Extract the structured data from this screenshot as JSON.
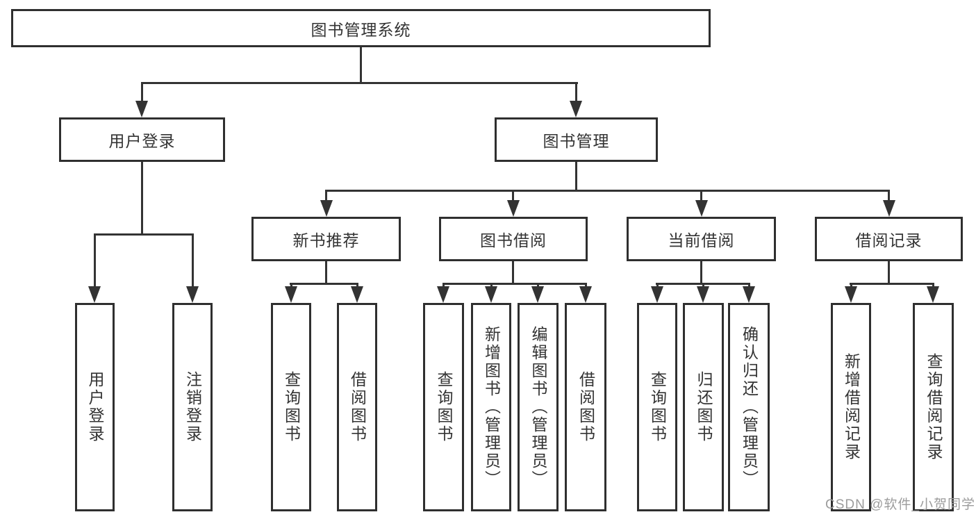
{
  "diagram": {
    "title": "图书管理系统",
    "user_login": {
      "label": "用户登录",
      "children": [
        {
          "label": "用户登录"
        },
        {
          "label": "注销登录"
        }
      ]
    },
    "book_mgmt": {
      "label": "图书管理",
      "children": [
        {
          "label": "新书推荐",
          "children": [
            {
              "label": "查询图书"
            },
            {
              "label": "借阅图书"
            }
          ]
        },
        {
          "label": "图书借阅",
          "children": [
            {
              "label": "查询图书"
            },
            {
              "label": "新增图书（管理员）"
            },
            {
              "label": "编辑图书（管理员）"
            },
            {
              "label": "借阅图书"
            }
          ]
        },
        {
          "label": "当前借阅",
          "children": [
            {
              "label": "查询图书"
            },
            {
              "label": "归还图书"
            },
            {
              "label": "确认归还（管理员）"
            }
          ]
        },
        {
          "label": "借阅记录",
          "children": [
            {
              "label": "新增借阅记录"
            },
            {
              "label": "查询借阅记录"
            }
          ]
        }
      ]
    }
  },
  "watermark": {
    "text": "CSDN @软件_小贺同学"
  },
  "colors": {
    "line": "#333333",
    "box_border": "#2f2f2f",
    "text": "#333333",
    "watermark": "#9c9c9c",
    "background": "#ffffff"
  }
}
